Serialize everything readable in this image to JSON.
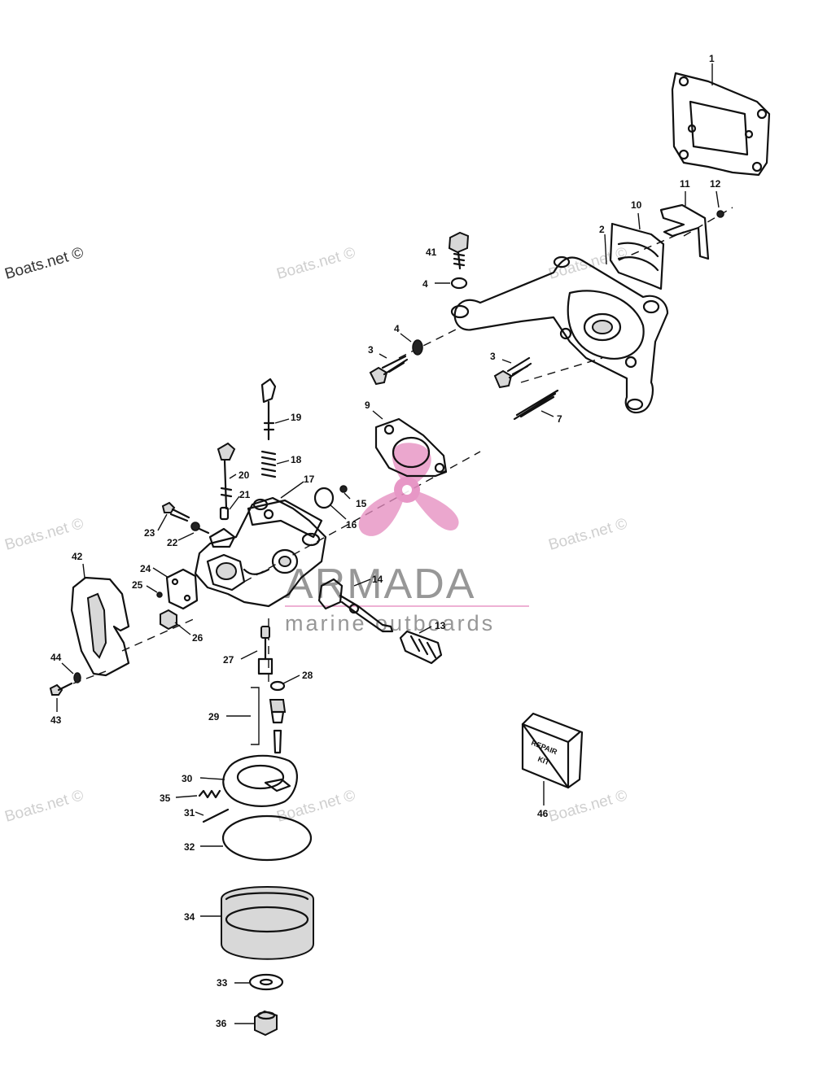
{
  "watermarks": {
    "left_dark": "Boats.net ©",
    "light": "Boats.net ©"
  },
  "logo": {
    "brand": "ARMADA",
    "tagline": "marine outboards",
    "accent_color": "#e58cc0",
    "text_color": "#8c8c8c"
  },
  "repair_kit": {
    "line1": "REPAIR",
    "line2": "KIT"
  },
  "callouts": {
    "c1": "1",
    "c2": "2",
    "c3a": "3",
    "c3b": "3",
    "c4a": "4",
    "c4b": "4",
    "c7": "7",
    "c9": "9",
    "c10": "10",
    "c11": "11",
    "c12": "12",
    "c13": "13",
    "c14": "14",
    "c15": "15",
    "c16": "16",
    "c17": "17",
    "c18": "18",
    "c19": "19",
    "c20": "20",
    "c21": "21",
    "c22": "22",
    "c23": "23",
    "c24": "24",
    "c25": "25",
    "c26": "26",
    "c27": "27",
    "c28": "28",
    "c29": "29",
    "c30": "30",
    "c31": "31",
    "c32": "32",
    "c33": "33",
    "c34": "34",
    "c35": "35",
    "c36": "36",
    "c41": "41",
    "c42": "42",
    "c43": "43",
    "c44": "44",
    "c46": "46"
  }
}
